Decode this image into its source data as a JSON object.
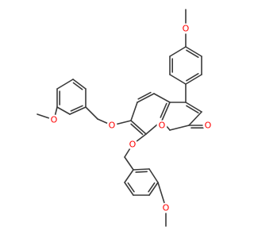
{
  "molecule": {
    "atom_labels": {
      "methoxy_O_top": "O",
      "methoxy_O_left": "O",
      "methoxy_O_bottom": "O",
      "ether_O_7": "O",
      "ether_O_8": "O",
      "ring_O": "O",
      "carbonyl_O": "O"
    },
    "colors": {
      "bond": "#3a3a3a",
      "oxygen": "#ff0000",
      "background": "#ffffff"
    }
  }
}
